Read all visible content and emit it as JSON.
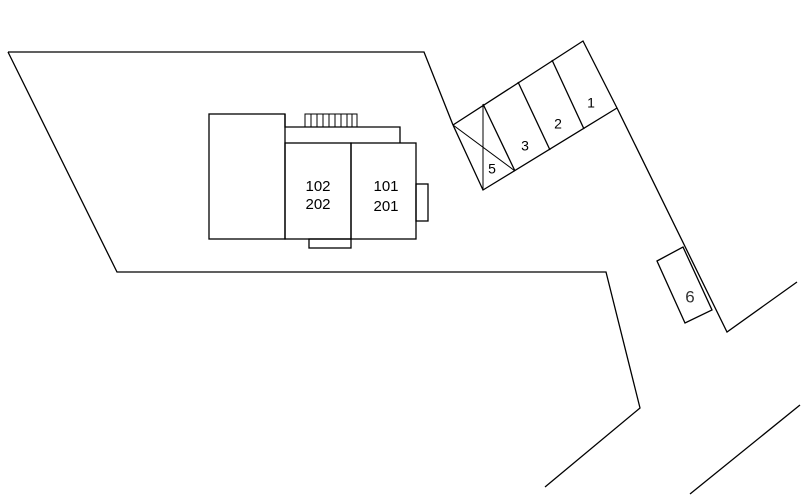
{
  "units": [
    {
      "lower": "102",
      "upper": "202"
    },
    {
      "lower": "101",
      "upper": "201"
    }
  ],
  "parking": [
    "1",
    "2",
    "3",
    "5",
    "6"
  ],
  "colors": {
    "line": "#000000",
    "background": "#ffffff"
  }
}
